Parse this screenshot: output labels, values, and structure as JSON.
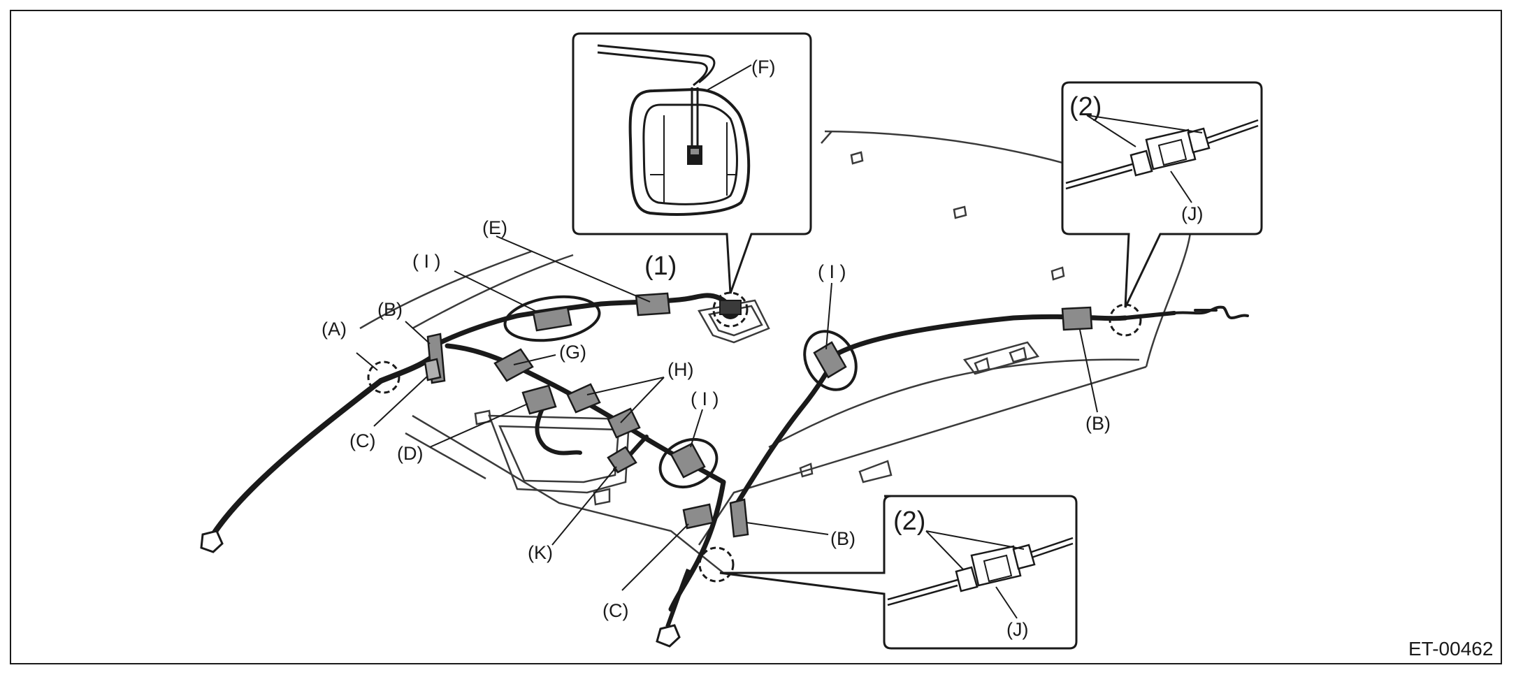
{
  "figure": {
    "reference_code": "ET-00462"
  },
  "callouts": {
    "A": "(A)",
    "B1": "(B)",
    "B2": "(B)",
    "B3": "(B)",
    "C1": "(C)",
    "C2": "(C)",
    "D": "(D)",
    "E": "(E)",
    "F": "(F)",
    "G": "(G)",
    "H": "(H)",
    "I1": "( I )",
    "I2": "( I )",
    "I3": "( I )",
    "J1": "(J)",
    "J2": "(J)",
    "K": "(K)",
    "n1": "(1)",
    "n2a": "(2)",
    "n2b": "(2)"
  },
  "colors": {
    "line": "#1a1a1a",
    "clip_fill": "#8c8c8c",
    "headliner_stroke": "#3a3a3a",
    "background": "#ffffff"
  }
}
